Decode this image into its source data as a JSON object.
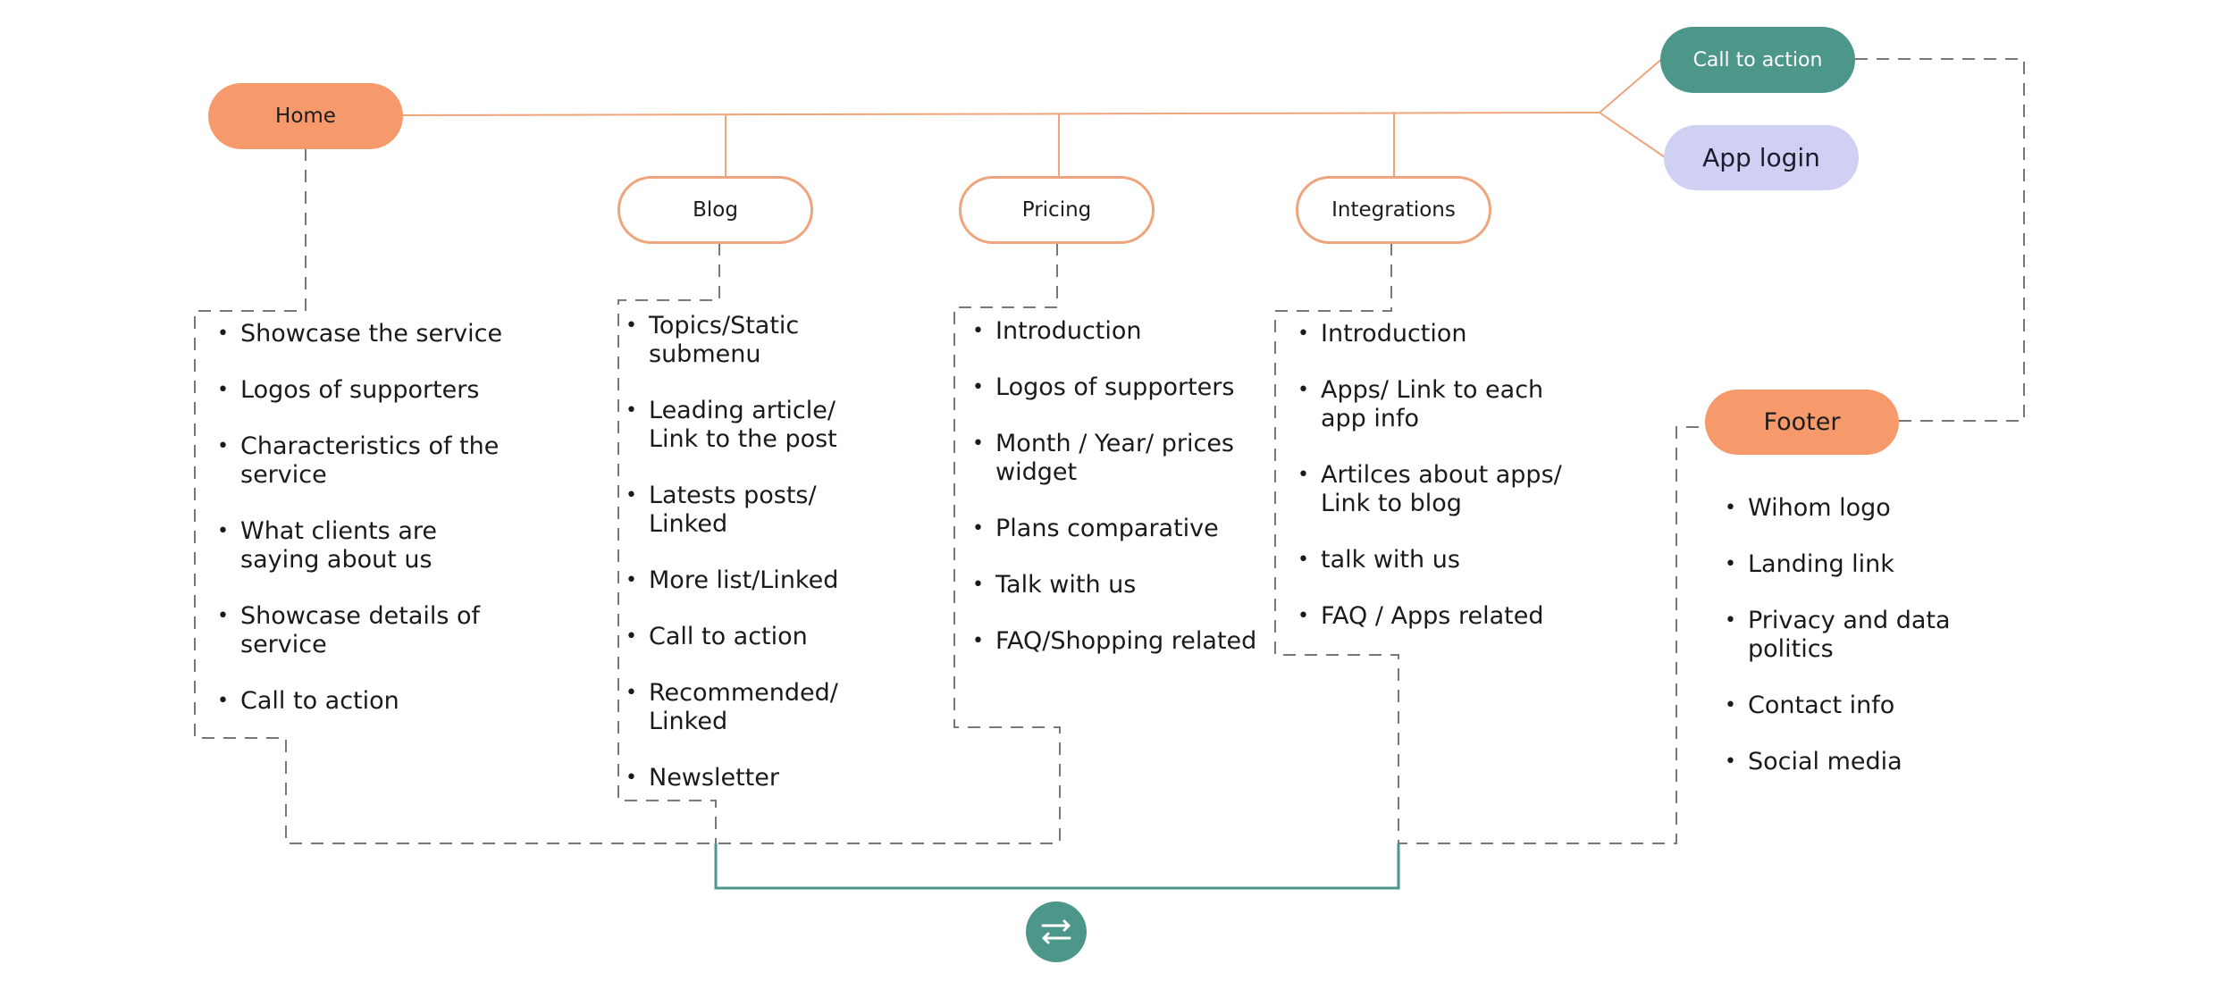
{
  "nodes": {
    "home": "Home",
    "blog": "Blog",
    "pricing": "Pricing",
    "integrations": "Integrations",
    "call_to_action": "Call to action",
    "app_login": "App login",
    "footer": "Footer"
  },
  "lists": {
    "home": [
      "Showcase the service",
      "Logos of supporters",
      "Characteristics of the service",
      "What clients are saying about us",
      "Showcase details of service",
      "Call to action"
    ],
    "blog": [
      "Topics/Static submenu",
      "Leading article/ Link to the post",
      "Latests posts/ Linked",
      "More list/Linked",
      "Call to action",
      "Recommended/ Linked",
      "Newsletter"
    ],
    "pricing": [
      "Introduction",
      "Logos of supporters",
      "Month / Year/ prices widget",
      "Plans comparative",
      "Talk with us",
      "FAQ/Shopping related"
    ],
    "integrations": [
      "Introduction",
      "Apps/ Link to each app info",
      "Artilces about apps/ Link to blog",
      "talk with us",
      "FAQ / Apps related"
    ],
    "footer": [
      "Wihom logo",
      "Landing link",
      "Privacy and data politics",
      "Contact info",
      "Social media"
    ]
  },
  "icons": {
    "swap": "swap-arrows-icon"
  },
  "colors": {
    "orange_fill": "#f79a6b",
    "orange_outline": "#eea47c",
    "teal": "#4d968a",
    "lavender": "#cfd0f4",
    "dashed_line": "#777777"
  }
}
